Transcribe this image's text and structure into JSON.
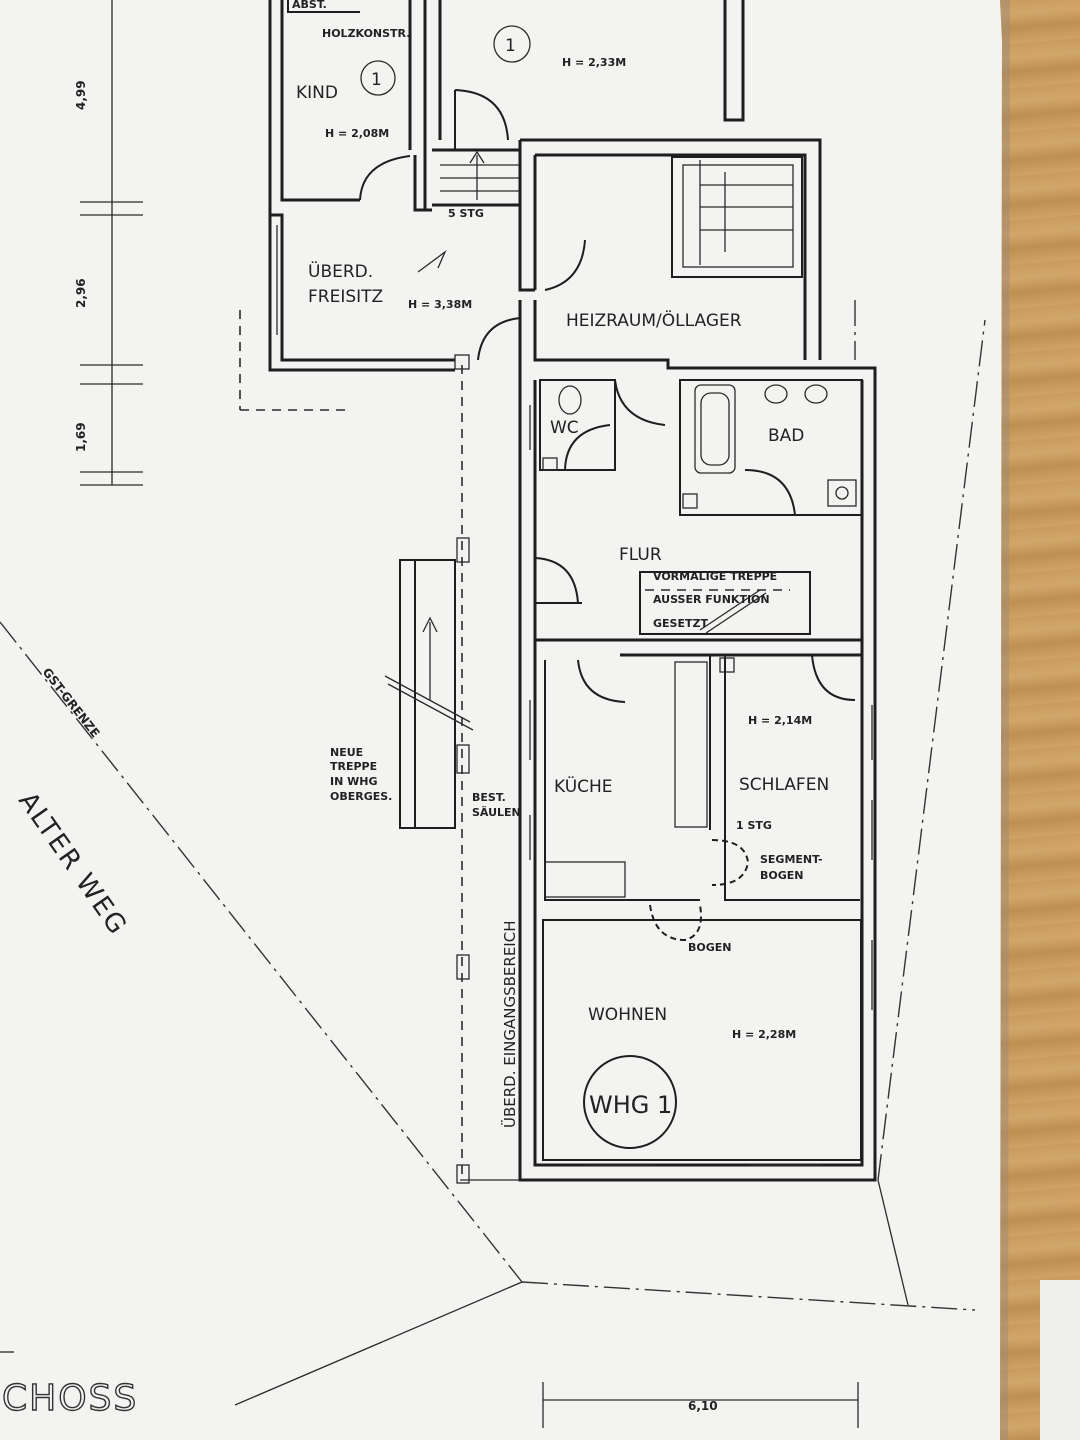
{
  "plan": {
    "rooms": {
      "kind": "KIND",
      "holzkonstr": "HOLZKONSTR.",
      "abst": "ABST.",
      "h_kind": "H = 2,08M",
      "h_top": "H = 2,33M",
      "stairs_5": "5 STG",
      "freisitz_1": "ÜBERD.",
      "freisitz_2": "FREISITZ",
      "h_freisitz": "H = 3,38M",
      "heizraum": "HEIZRAUM/ÖLLAGER",
      "wc": "WC",
      "bad": "BAD",
      "flur": "FLUR",
      "vormalige_1": "VORMALIGE TREPPE",
      "vormalige_2": "AUSSER FUNKTION",
      "vormalige_3": "GESETZT",
      "kueche": "KÜCHE",
      "schlafen": "SCHLAFEN",
      "h_schlafen": "H = 2,14M",
      "stg_1": "1 STG",
      "segment_1": "SEGMENT-",
      "segment_2": "BOGEN",
      "bogen": "BOGEN",
      "wohnen": "WOHNEN",
      "h_wohnen": "H = 2,28M",
      "whg": "WHG 1"
    },
    "notes": {
      "neue_1": "NEUE",
      "neue_2": "TREPPE",
      "neue_3": "IN WHG",
      "neue_4": "OBERGES.",
      "best_1": "BEST.",
      "best_2": "SÄULEN",
      "eingang": "ÜBERD. EINGANGSBEREICH",
      "gst": "GST-GRENZE",
      "alter_weg": "ALTER WEG",
      "choss": "CHOSS",
      "circle_mark": "1"
    },
    "dimensions": {
      "d1": "4,99",
      "d2": "2,96",
      "d3": "1,69",
      "width": "6,10"
    }
  },
  "colors": {
    "paper": "#f3f3f1",
    "ink": "#1e1e1e",
    "wood": "#c99a5e"
  }
}
